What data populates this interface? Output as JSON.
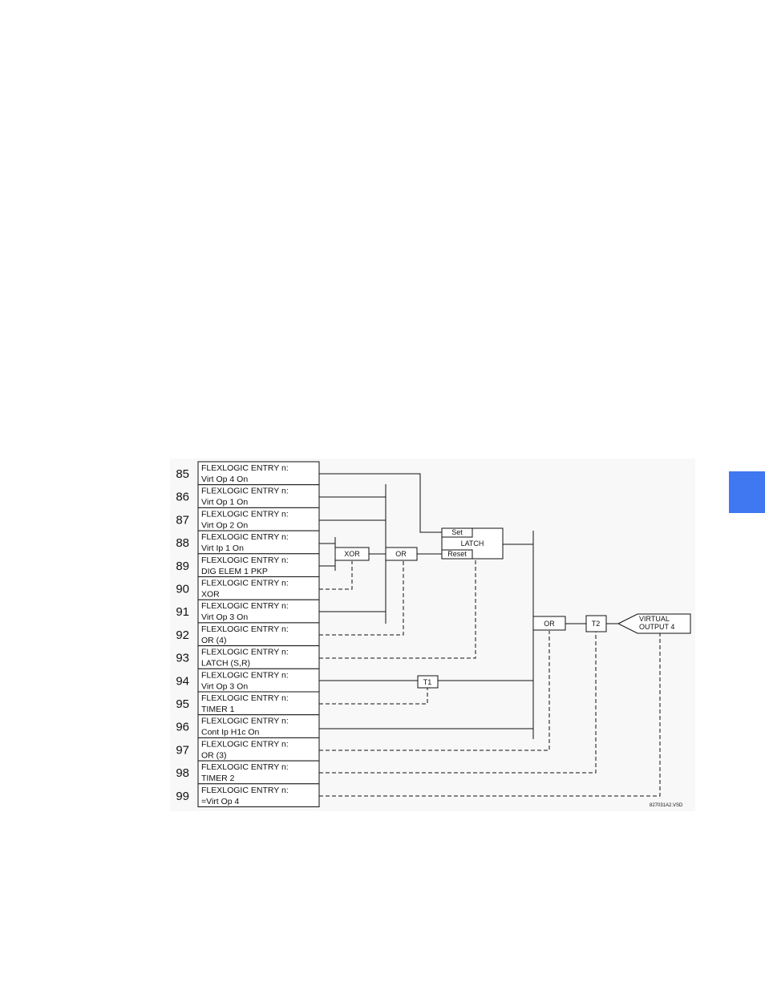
{
  "side_tab": {
    "color": "#3f78f0"
  },
  "entries": [
    {
      "num": "85",
      "line1": "FLEXLOGIC ENTRY n:",
      "line2": "Virt Op 4 On"
    },
    {
      "num": "86",
      "line1": "FLEXLOGIC ENTRY n:",
      "line2": "Virt Op 1 On"
    },
    {
      "num": "87",
      "line1": "FLEXLOGIC ENTRY n:",
      "line2": "Virt Op 2 On"
    },
    {
      "num": "88",
      "line1": "FLEXLOGIC ENTRY n:",
      "line2": "Virt Ip 1 On"
    },
    {
      "num": "89",
      "line1": "FLEXLOGIC ENTRY n:",
      "line2": "DIG ELEM 1 PKP"
    },
    {
      "num": "90",
      "line1": "FLEXLOGIC ENTRY n:",
      "line2": "XOR"
    },
    {
      "num": "91",
      "line1": "FLEXLOGIC ENTRY n:",
      "line2": "Virt Op 3 On"
    },
    {
      "num": "92",
      "line1": "FLEXLOGIC ENTRY n:",
      "line2": "OR (4)"
    },
    {
      "num": "93",
      "line1": "FLEXLOGIC ENTRY n:",
      "line2": "LATCH (S,R)"
    },
    {
      "num": "94",
      "line1": "FLEXLOGIC ENTRY n:",
      "line2": "Virt Op 3 On"
    },
    {
      "num": "95",
      "line1": "FLEXLOGIC ENTRY n:",
      "line2": "TIMER 1"
    },
    {
      "num": "96",
      "line1": "FLEXLOGIC ENTRY n:",
      "line2": "Cont Ip H1c On"
    },
    {
      "num": "97",
      "line1": "FLEXLOGIC ENTRY n:",
      "line2": "OR (3)"
    },
    {
      "num": "98",
      "line1": "FLEXLOGIC ENTRY n:",
      "line2": "TIMER 2"
    },
    {
      "num": "99",
      "line1": "FLEXLOGIC ENTRY n:",
      "line2": "=Virt Op 4"
    }
  ],
  "gates": {
    "xor": "XOR",
    "or4": "OR",
    "latch_set": "Set",
    "latch_title": "LATCH",
    "latch_reset": "Reset",
    "or3": "OR",
    "t1": "T1",
    "t2": "T2",
    "virtual_output_line1": "VIRTUAL",
    "virtual_output_line2": "OUTPUT 4"
  },
  "figure_ref": "827031A2.VSD"
}
